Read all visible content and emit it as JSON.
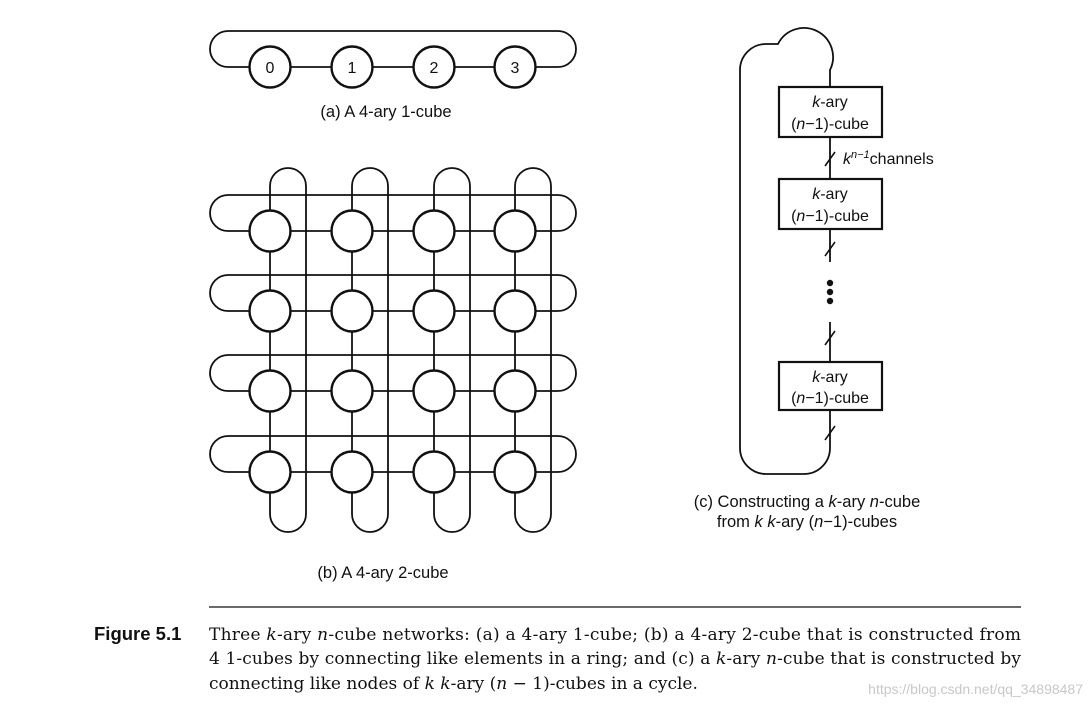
{
  "diagram_a": {
    "nodes": [
      "0",
      "1",
      "2",
      "3"
    ],
    "label": "(a) A 4-ary 1-cube"
  },
  "diagram_b": {
    "grid_rows": 4,
    "grid_cols": 4,
    "label": "(b) A 4-ary 2-cube"
  },
  "diagram_c": {
    "box_line1_prefix": "k",
    "box_line1_suffix": "-ary",
    "box_line2_open": "(",
    "box_line2_n": "n",
    "box_line2_close": "−1)-cube",
    "channels_base": "k",
    "channels_exp": "n−1",
    "channels_word": "channels",
    "label_line1_a": "(c) Constructing a ",
    "label_line1_k": "k",
    "label_line1_b": "-ary ",
    "label_line1_n": "n",
    "label_line1_c": "-cube",
    "label_line2_a": "from ",
    "label_line2_k1": "k",
    "label_line2_sp": " ",
    "label_line2_k2": "k",
    "label_line2_b": "-ary (",
    "label_line2_n": "n",
    "label_line2_c": "−1)-cubes"
  },
  "figure_caption": {
    "number": "Figure 5.1",
    "l1_a": "Three ",
    "l1_k": "k",
    "l1_b": "-ary ",
    "l1_n": "n",
    "l1_c": "-cube networks: (a) a 4-ary 1-cube; (b) a 4-ary 2-cube that is constructed from",
    "l2": "4 1-cubes by connecting like elements in a ring; and (c) a ",
    "l2_k": "k",
    "l2_b": "-ary ",
    "l2_n": "n",
    "l2_c": "-cube that is constructed by",
    "l3_a": "connecting like nodes of ",
    "l3_k1": "k",
    "l3_sp": " ",
    "l3_k2": "k",
    "l3_b": "-ary (",
    "l3_n": "n",
    "l3_c": " − 1)-cubes in a cycle."
  },
  "watermark": "https://blog.csdn.net/qq_34898487"
}
